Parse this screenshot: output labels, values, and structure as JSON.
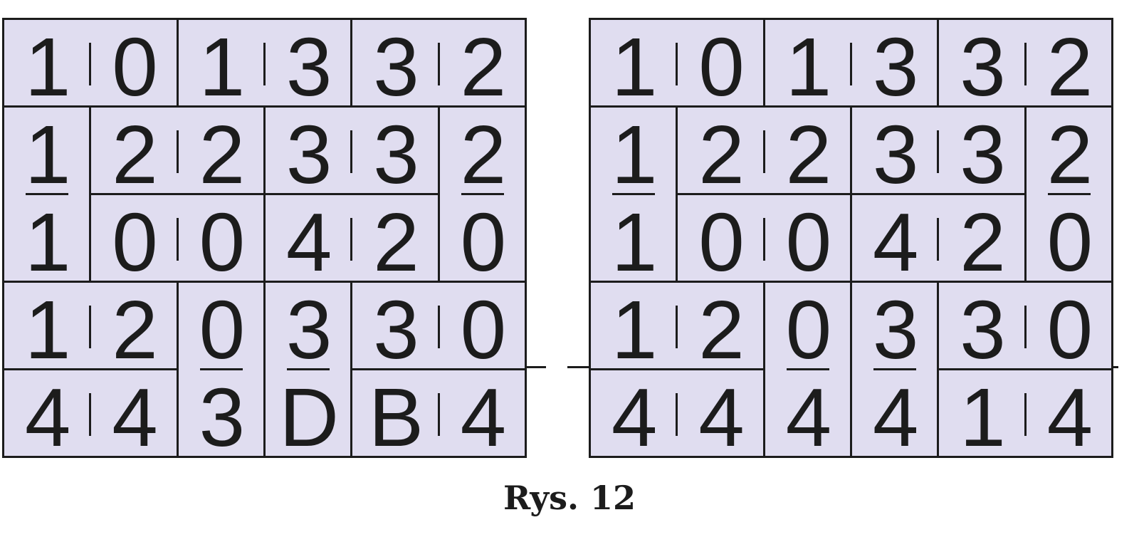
{
  "figures": [
    {
      "name": "left",
      "cells": [
        [
          "1",
          "0",
          "1",
          "3",
          "3",
          "2"
        ],
        [
          "1",
          "2",
          "2",
          "3",
          "3",
          "2"
        ],
        [
          "1",
          "0",
          "0",
          "4",
          "2",
          "0"
        ],
        [
          "1",
          "2",
          "0",
          "3",
          "3",
          "0"
        ],
        [
          "4",
          "4",
          "3",
          "D",
          "B",
          "4"
        ]
      ]
    },
    {
      "name": "right",
      "cells": [
        [
          "1",
          "0",
          "1",
          "3",
          "3",
          "2"
        ],
        [
          "1",
          "2",
          "2",
          "3",
          "3",
          "2"
        ],
        [
          "1",
          "0",
          "0",
          "4",
          "2",
          "0"
        ],
        [
          "1",
          "2",
          "0",
          "3",
          "3",
          "0"
        ],
        [
          "4",
          "4",
          "4",
          "4",
          "1",
          "4"
        ]
      ]
    }
  ],
  "caption": "Rys. 12",
  "colors": {
    "fill": "#e0ddf0",
    "line": "#1c1c1c"
  }
}
